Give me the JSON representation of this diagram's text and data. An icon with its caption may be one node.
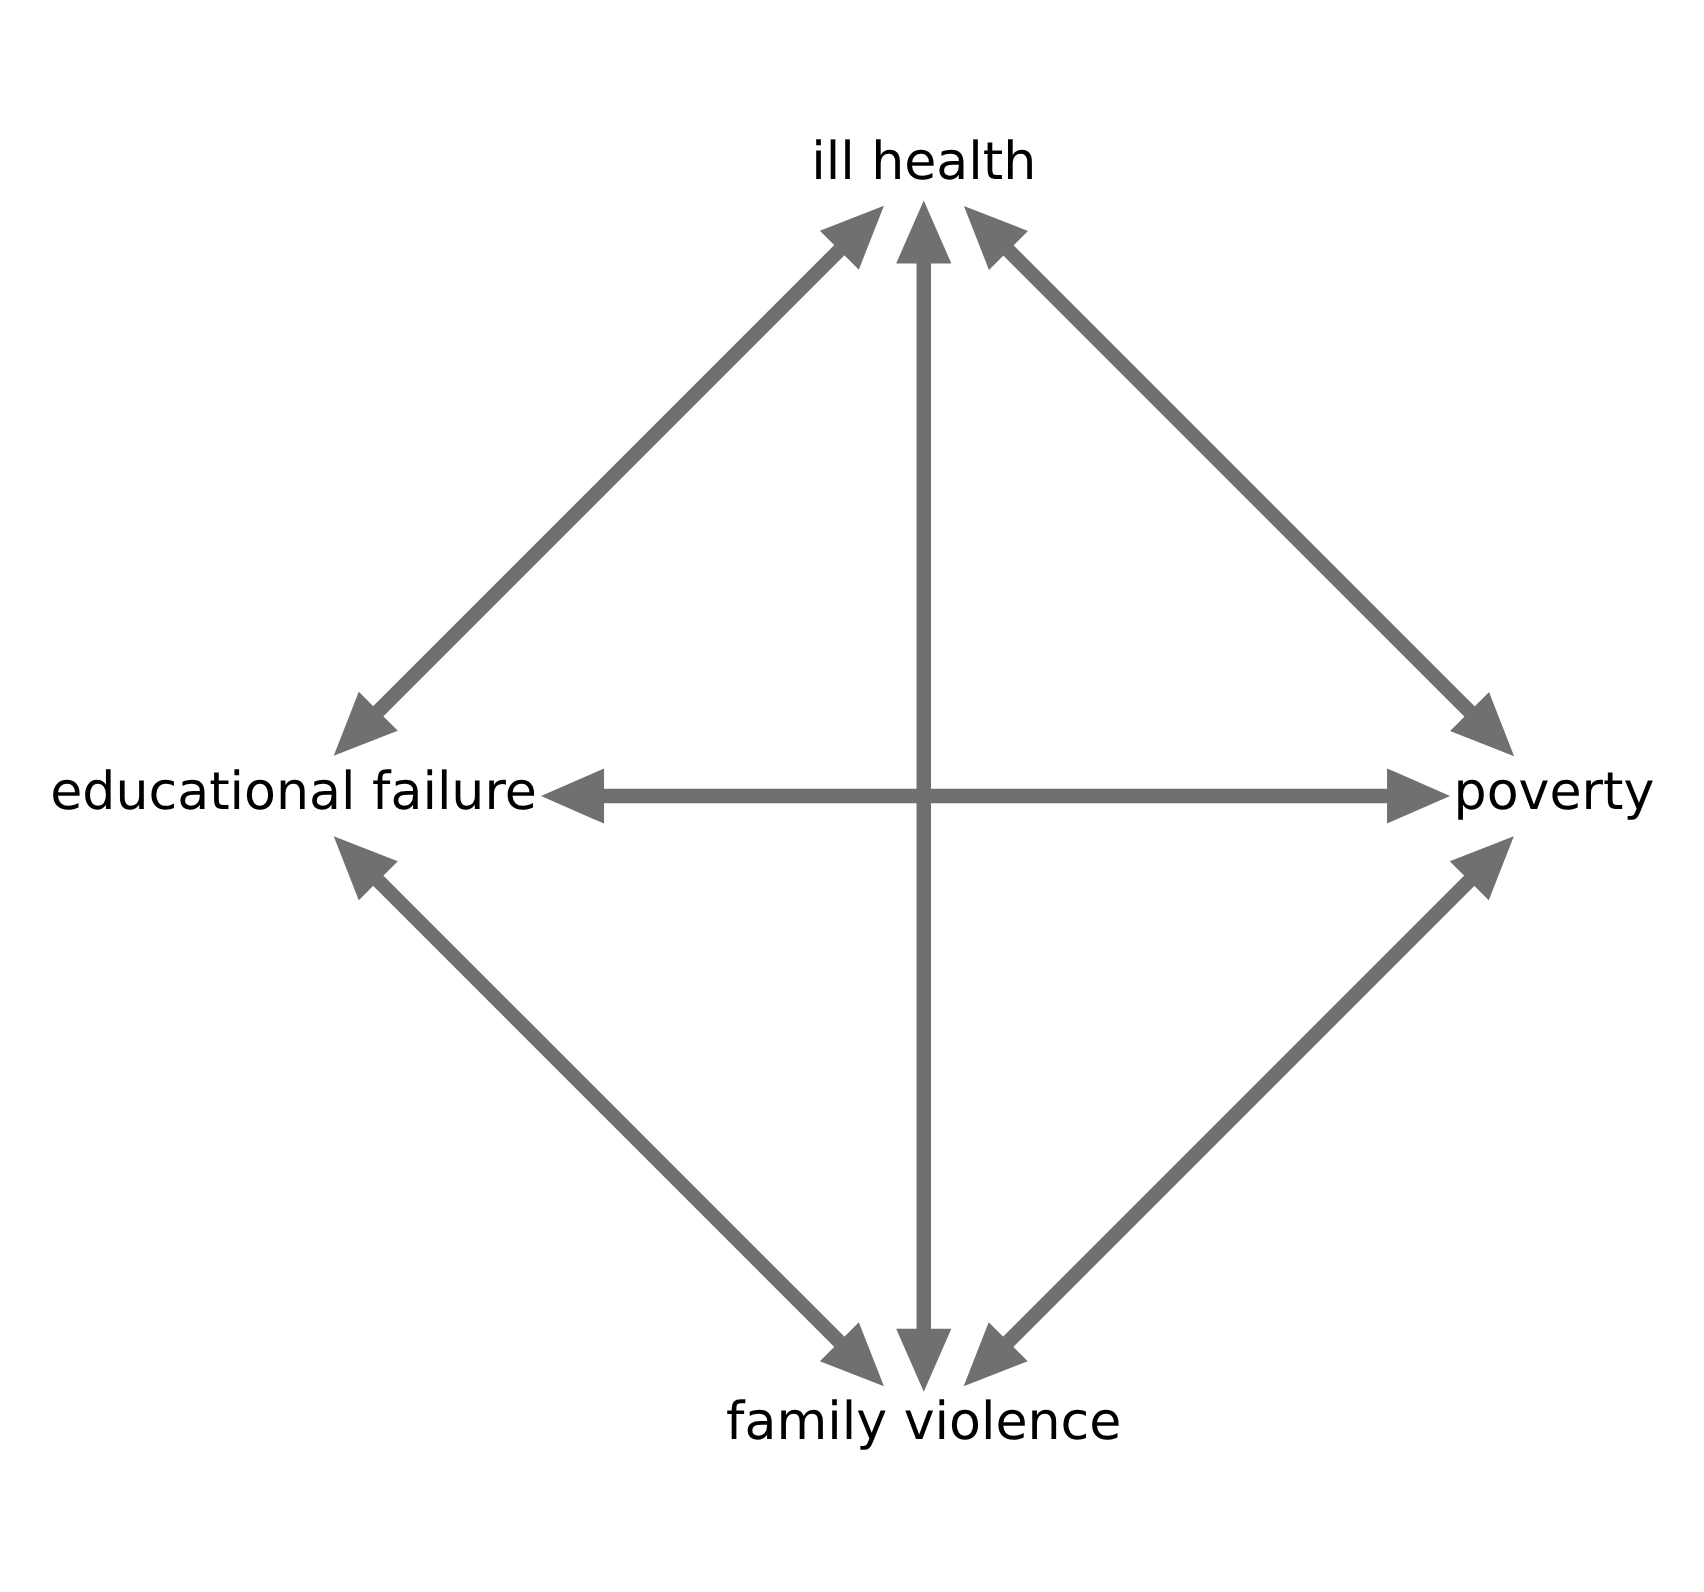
{
  "diagram": {
    "nodes": [
      {
        "text": [
          "family violence"
        ]
      },
      {
        "text": [
          "poverty"
        ]
      },
      {
        "text": [
          "ill health"
        ]
      },
      {
        "text": [
          "educational failure"
        ]
      }
    ],
    "edges": [
      {
        "from": 0,
        "to": 1,
        "arrow": "both"
      },
      {
        "from": 0,
        "to": 2,
        "arrow": "both"
      },
      {
        "from": 0,
        "to": 3,
        "arrow": "both"
      },
      {
        "from": 1,
        "to": 2,
        "arrow": "both"
      },
      {
        "from": 1,
        "to": 3,
        "arrow": "both"
      },
      {
        "from": 2,
        "to": 3,
        "arrow": "both"
      }
    ]
  }
}
